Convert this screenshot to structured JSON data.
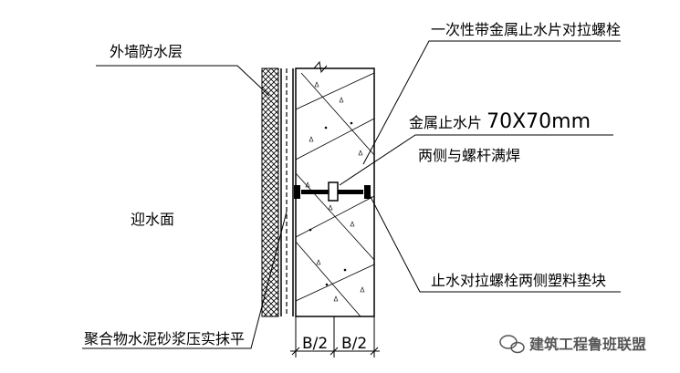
{
  "labels": {
    "exterior_waterproof_layer": "外墙防水层",
    "one_time_bolt": "一次性带金属止水片对拉螺栓",
    "metal_waterstop_cn": "金属止水片",
    "metal_waterstop_size": "70X70mm",
    "weld_both_sides": "两侧与螺杆满焊",
    "water_facing_side": "迎水面",
    "plastic_pads": "止水对拉螺栓两侧塑料垫块",
    "polymer_mortar": "聚合物水泥砂浆压实抹平",
    "dim_left": "B/2",
    "dim_right": "B/2"
  },
  "watermark": {
    "text": "建筑工程鲁班联盟",
    "icon": "wechat-icon"
  },
  "colors": {
    "line": "#000000",
    "background": "#ffffff",
    "watermark_text": "#555555"
  }
}
